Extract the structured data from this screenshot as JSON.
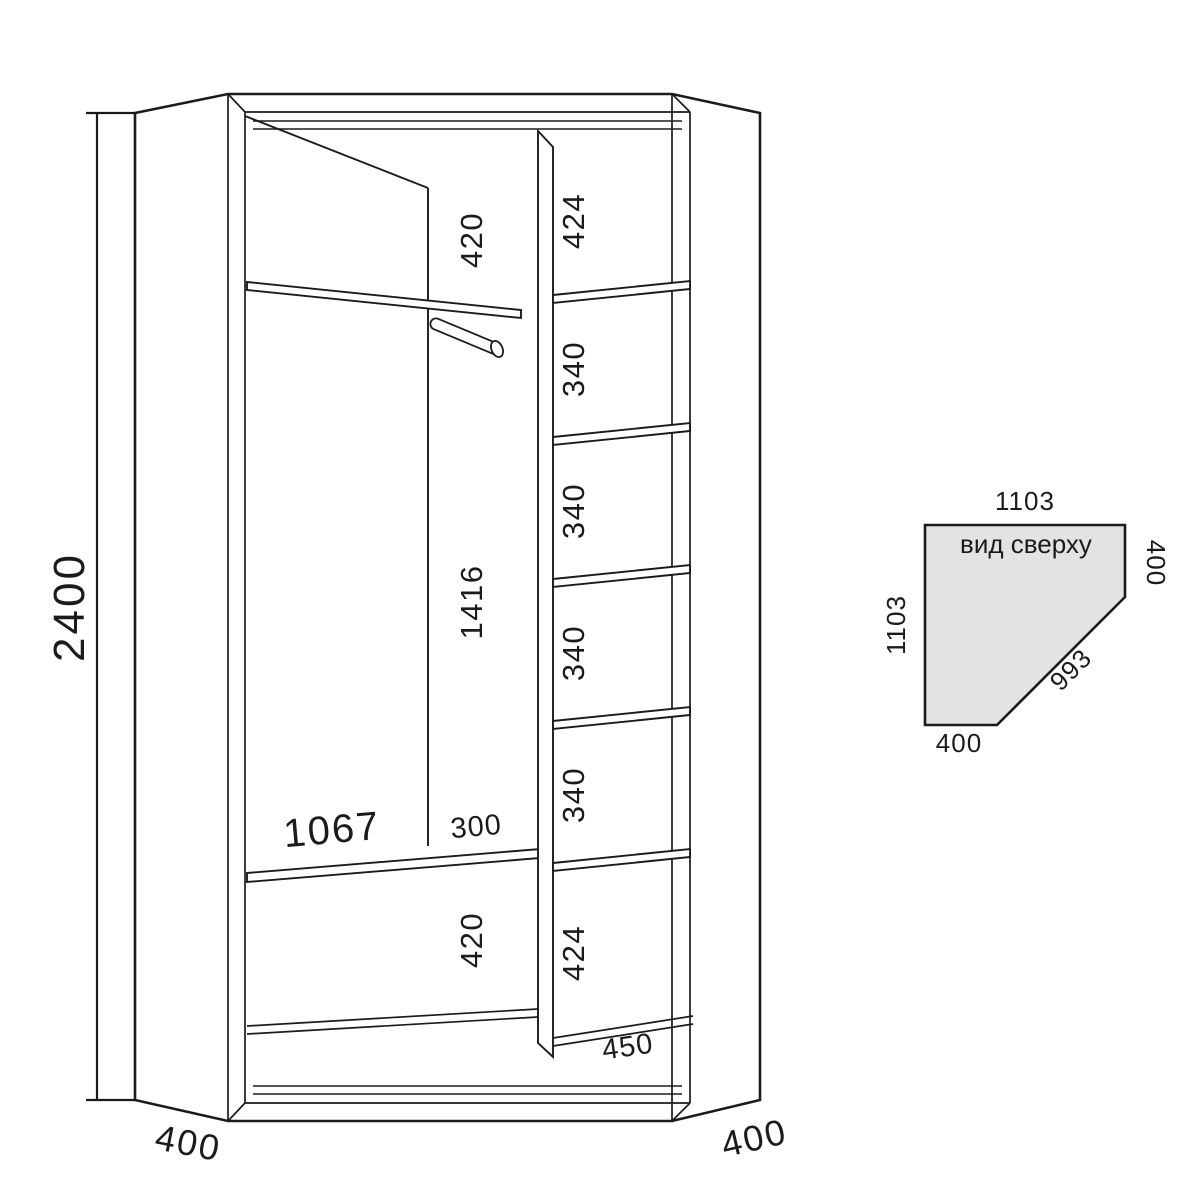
{
  "colors": {
    "line": "#1b1b1b",
    "text": "#1b1b1b",
    "top_view_fill": "#e3e3e3",
    "background": "#ffffff"
  },
  "front_view": {
    "overall_height": "2400",
    "left_side_depth": "400",
    "right_side_depth": "400",
    "left_compartment": {
      "top_gap": "420",
      "middle_gap": "1416",
      "bottom_gap": "420",
      "shelf_width": "1067",
      "shelf_depth": "300"
    },
    "shelf_column": {
      "gaps": [
        "424",
        "340",
        "340",
        "340",
        "340",
        "424"
      ],
      "bottom_depth": "450"
    }
  },
  "top_view": {
    "title": "вид сверху",
    "top_width": "1103",
    "right_depth": "400",
    "left_depth": "1103",
    "front_width": "993",
    "bottom_depth": "400"
  }
}
